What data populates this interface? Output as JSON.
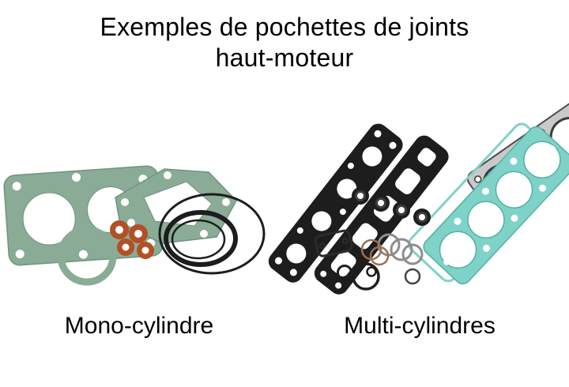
{
  "title": {
    "line1": "Exemples de pochettes de joints",
    "line2": "haut-moteur"
  },
  "captions": {
    "mono": "Mono-cylindre",
    "multi": "Multi-cylindres"
  },
  "colors": {
    "background": "#ffffff",
    "text": "#000000",
    "gasket_green": "#8aab96",
    "gasket_green_dark": "#6f9480",
    "gasket_teal": "#7fd2c8",
    "gasket_teal_dark": "#55b0a5",
    "seal_orange": "#b25026",
    "rubber_black": "#1d1d1d",
    "metal_grey": "#c9c9c9",
    "ring_grey": "#8d8d8d",
    "copper": "#9b7050"
  }
}
